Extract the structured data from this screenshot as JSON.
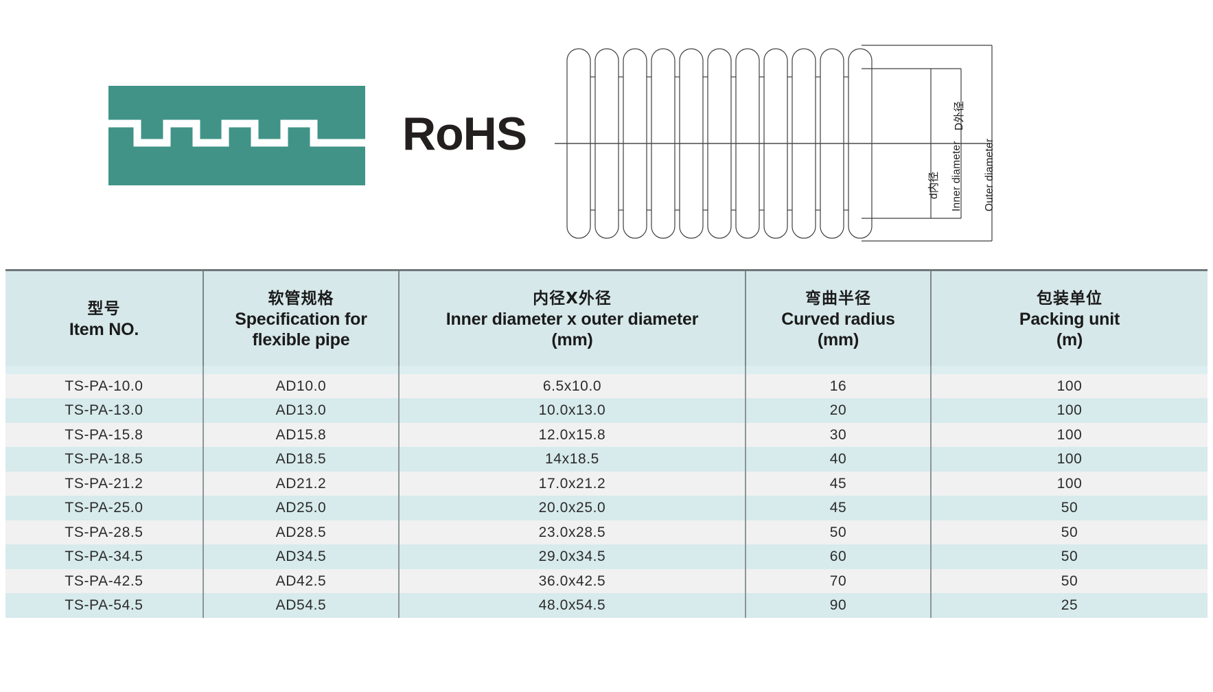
{
  "logo": {
    "mark_name": "rohs-square-wave-mark",
    "mark_color": "#419387",
    "wordmark": "RoHS"
  },
  "diagram": {
    "name": "corrugated-flexible-pipe-cross-section",
    "labels": {
      "inner_diameter_cn": "d内径",
      "inner_diameter_en": "Inner diameter",
      "outer_diameter_cn": "D外径",
      "outer_diameter_en": "Outer diameter"
    }
  },
  "table": {
    "headers": [
      {
        "cn": "型号",
        "en": "Item NO.",
        "unit": ""
      },
      {
        "cn": "软管规格",
        "en": "Specification for flexible pipe",
        "unit": ""
      },
      {
        "cn": "内径X外径",
        "en": "Inner diameter x outer diameter",
        "unit": "(mm)"
      },
      {
        "cn": "弯曲半径",
        "en": "Curved radius",
        "unit": "(mm)"
      },
      {
        "cn": "包装单位",
        "en": "Packing unit",
        "unit": "(m)"
      }
    ],
    "rows": [
      [
        "TS-PA-10.0",
        "AD10.0",
        "6.5x10.0",
        "16",
        "100"
      ],
      [
        "TS-PA-13.0",
        "AD13.0",
        "10.0x13.0",
        "20",
        "100"
      ],
      [
        "TS-PA-15.8",
        "AD15.8",
        "12.0x15.8",
        "30",
        "100"
      ],
      [
        "TS-PA-18.5",
        "AD18.5",
        "14x18.5",
        "40",
        "100"
      ],
      [
        "TS-PA-21.2",
        "AD21.2",
        "17.0x21.2",
        "45",
        "100"
      ],
      [
        "TS-PA-25.0",
        "AD25.0",
        "20.0x25.0",
        "45",
        "50"
      ],
      [
        "TS-PA-28.5",
        "AD28.5",
        "23.0x28.5",
        "50",
        "50"
      ],
      [
        "TS-PA-34.5",
        "AD34.5",
        "29.0x34.5",
        "60",
        "50"
      ],
      [
        "TS-PA-42.5",
        "AD42.5",
        "36.0x42.5",
        "70",
        "50"
      ],
      [
        "TS-PA-54.5",
        "AD54.5",
        "48.0x54.5",
        "90",
        "25"
      ]
    ]
  },
  "colors": {
    "header_bg": "#d7e8ea",
    "row_odd_bg": "#f1f1f1",
    "row_even_bg": "#d7eaec",
    "rule": "#7d8789",
    "logo_teal": "#419387",
    "text": "#1b1b1b"
  }
}
